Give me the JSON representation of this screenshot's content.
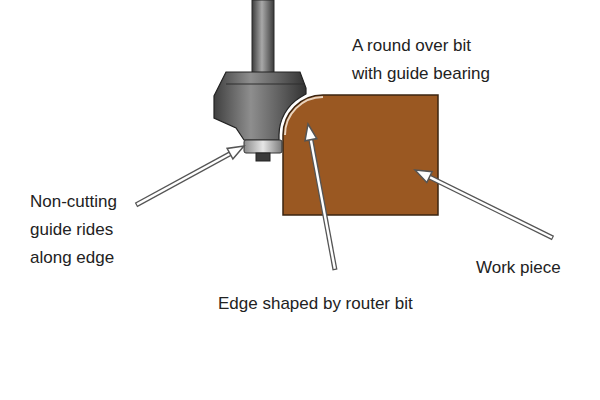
{
  "diagram": {
    "labels": [
      "A round over bit with guide bearing",
      "Non-cutting guide rides along edge",
      "Edge shaped by router bit",
      "Work piece"
    ]
  }
}
